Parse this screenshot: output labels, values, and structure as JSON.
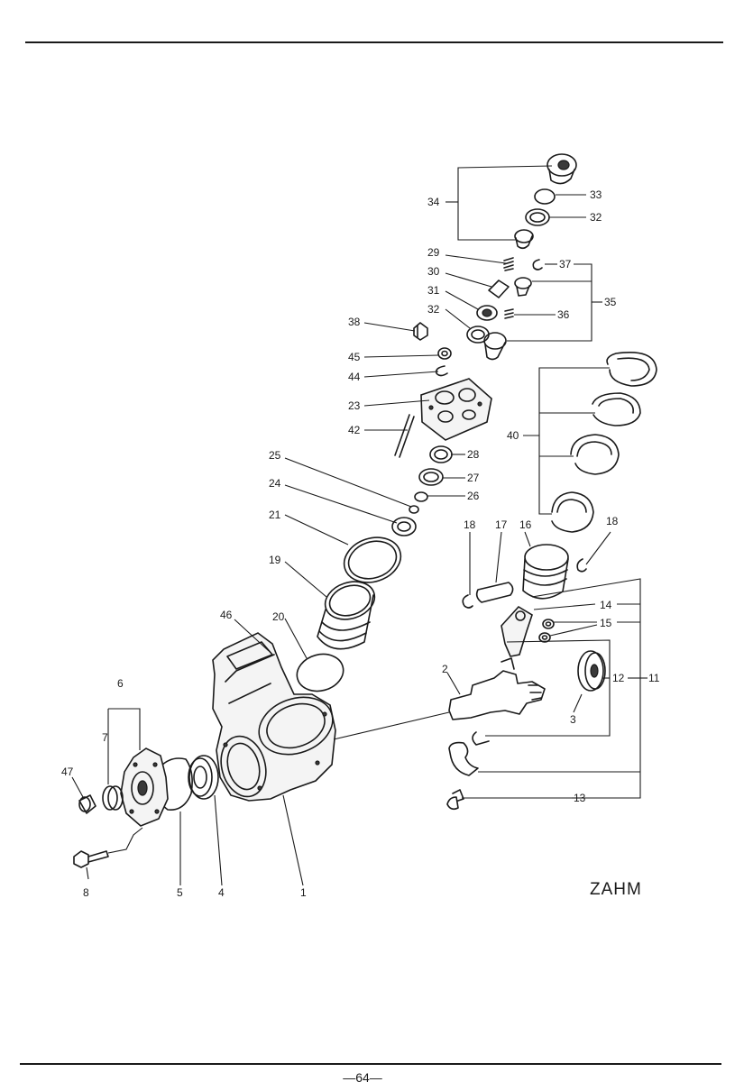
{
  "header_text": "",
  "brand_mark": "ZAHM",
  "page_number": "—64—",
  "callouts": {
    "c1": "1",
    "c2": "2",
    "c3": "3",
    "c4": "4",
    "c5": "5",
    "c6": "6",
    "c7": "7",
    "c8": "8",
    "c11": "11",
    "c12": "12",
    "c13": "13",
    "c14": "14",
    "c15": "15",
    "c16": "16",
    "c17": "17",
    "c18a": "18",
    "c18b": "18",
    "c19": "19",
    "c20": "20",
    "c21": "21",
    "c23": "23",
    "c24": "24",
    "c25": "25",
    "c26": "26",
    "c27": "27",
    "c28": "28",
    "c29": "29",
    "c30": "30",
    "c31": "31",
    "c32a": "32",
    "c32b": "32",
    "c33": "33",
    "c34": "34",
    "c35": "35",
    "c36": "36",
    "c37": "37",
    "c38": "38",
    "c40": "40",
    "c42": "42",
    "c44": "44",
    "c45": "45",
    "c46": "46",
    "c47": "47"
  }
}
